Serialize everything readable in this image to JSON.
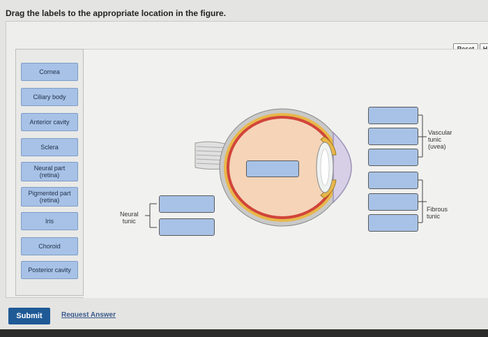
{
  "instruction": "Drag the labels to the appropriate location in the figure.",
  "toolbar": {
    "reset_label": "Reset",
    "help_label": "H"
  },
  "labels": [
    "Cornea",
    "Ciliary body",
    "Anterior cavity",
    "Sclera",
    "Neural part\n(retina)",
    "Pigmented part\n(retina)",
    "Iris",
    "Choroid",
    "Posterior cavity"
  ],
  "figure": {
    "vascular_tunic": "Vascular\ntunic\n(uvea)",
    "fibrous_tunic": "Fibrous\ntunic",
    "neural_tunic": "Neural\ntunic"
  },
  "colors": {
    "label_bg": "#a7c2e6",
    "sclera": "#c9c9c9",
    "choroid": "#e8b74a",
    "retina": "#d1443a",
    "vitreous": "#f5d4b8",
    "aqueous": "#d6cfe6",
    "submit_bg": "#1f5a96"
  },
  "footer": {
    "submit_label": "Submit",
    "request_answer_label": "Request Answer"
  }
}
